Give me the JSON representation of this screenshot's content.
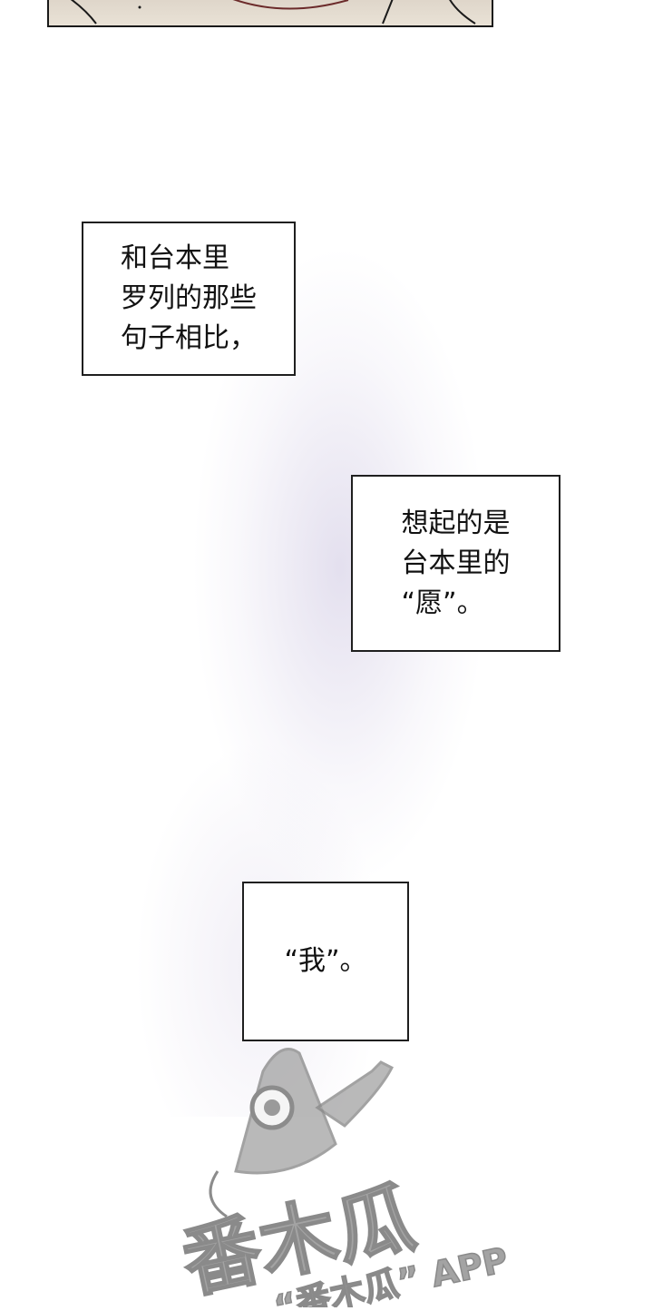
{
  "captions": [
    {
      "text": "和台本里\n罗列的那些\n句子相比，"
    },
    {
      "text": "想起的是\n台本里的\n“愿”。"
    },
    {
      "text": "“我”。"
    }
  ],
  "watermark": {
    "title": "番木瓜",
    "subtitle": "“番木瓜” APP"
  },
  "colors": {
    "border": "#1f1f1f",
    "watermark": "#9a9a9a",
    "haze": "#cdc6e1"
  }
}
